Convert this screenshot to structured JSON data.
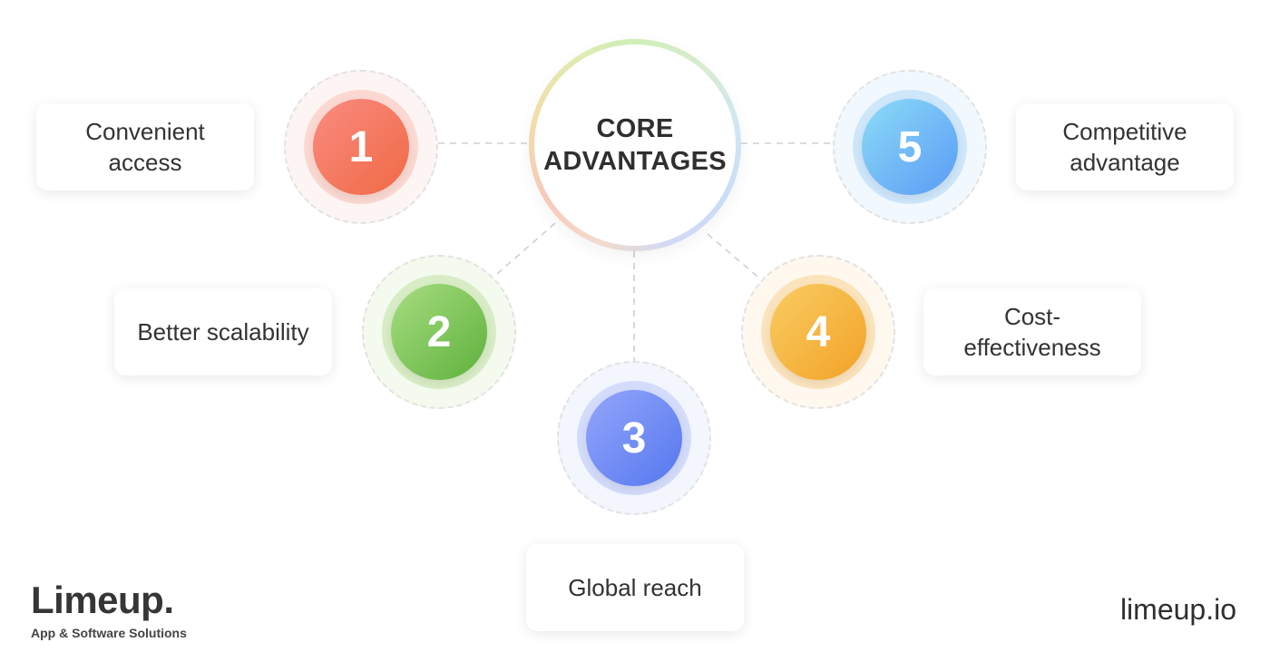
{
  "center": {
    "line1": "CORE",
    "line2": "ADVANTAGES"
  },
  "advantages": [
    {
      "number": "1",
      "label": "Convenient access",
      "color": "#f47a5f"
    },
    {
      "number": "2",
      "label": "Better scalability",
      "color": "#7cc35a"
    },
    {
      "number": "3",
      "label": "Global reach",
      "color": "#7590f4"
    },
    {
      "number": "4",
      "label": "Cost-effectiveness",
      "color": "#f5b542"
    },
    {
      "number": "5",
      "label": "Competitive advantage",
      "color": "#72bcf6"
    }
  ],
  "branding": {
    "logo_text": "Limeup.",
    "tagline": "App & Software Solutions",
    "website": "limeup.io"
  }
}
